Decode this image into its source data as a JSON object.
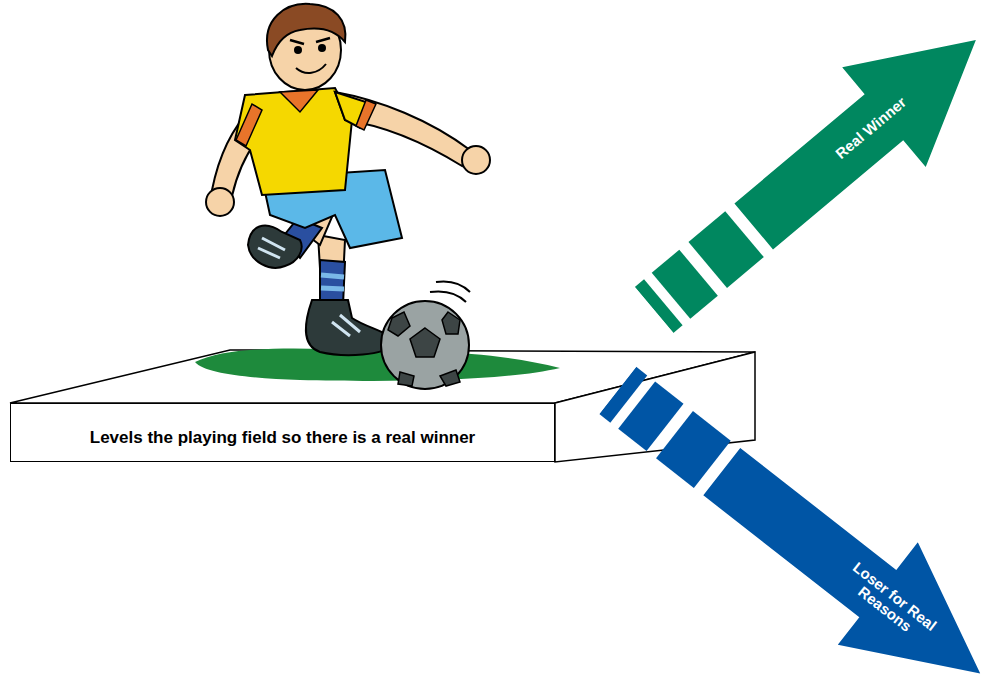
{
  "diagram": {
    "nodes": [
      {
        "text": [
          "Levels the playing field so there is a real winner"
        ]
      },
      {
        "text": [
          "Real Winner"
        ]
      },
      {
        "text": [
          "Loser for Real Reasons"
        ]
      }
    ]
  }
}
